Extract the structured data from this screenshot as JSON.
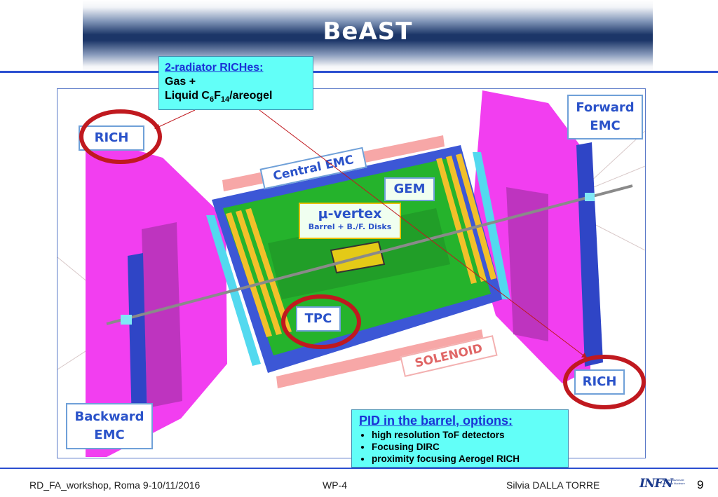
{
  "slide": {
    "title": "BeAST",
    "page_number": "9"
  },
  "callouts": {
    "radiator": {
      "title": "2-radiator RICHes:",
      "line2": "Gas +",
      "line3_prefix": "Liquid C",
      "sub1": "6",
      "line3_mid": "F",
      "sub2": "14",
      "line3_suffix": "/areogel"
    },
    "pid": {
      "title": "PID in the barrel, options:",
      "items": [
        "high resolution ToF detectors",
        "Focusing DIRC",
        "proximity focusing Aerogel RICH"
      ]
    }
  },
  "figure_labels": {
    "rich_left": "RICH",
    "rich_right": "RICH",
    "forward_emc_1": "Forward",
    "forward_emc_2": "EMC",
    "backward_emc_1": "Backward",
    "backward_emc_2": "EMC",
    "central_emc": "Central EMC",
    "gem": "GEM",
    "vertex_1": "μ-vertex",
    "vertex_2": "Barrel + B./F. Disks",
    "tpc": "TPC",
    "solenoid": "SOLENOID"
  },
  "footer": {
    "left": "RD_FA_workshop, Roma 9-10/11/2016",
    "center": "WP-4",
    "right": "Silvia DALLA TORRE",
    "logo_big": "INFN",
    "logo_small": "Istituto Nazionale di Fisica Nucleare"
  },
  "colors": {
    "title_bar": "#1c3668",
    "accent_blue": "#2b4fd0",
    "callout_bg": "#62fff8",
    "highlight_ring": "#c0191f",
    "magenta": "#f23ef0",
    "detector_green": "#25b32c"
  }
}
